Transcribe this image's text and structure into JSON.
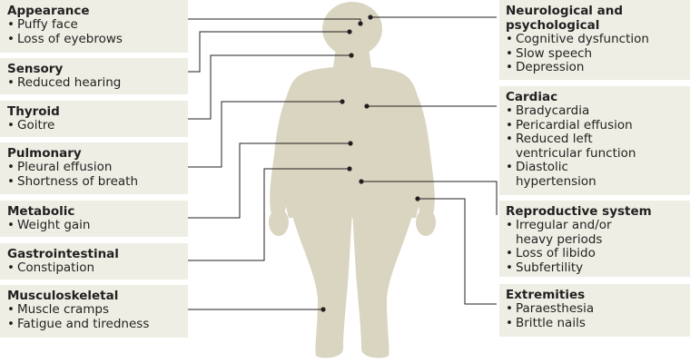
{
  "colors": {
    "body_fill": "#d9d5c1",
    "box_fill": "#eeeee4",
    "leader_line": "#231f20",
    "text": "#231f20"
  },
  "left_groups": [
    {
      "title": "Appearance",
      "items": [
        [
          "Puffy face"
        ],
        [
          "Loss of eyebrows"
        ]
      ]
    },
    {
      "title": "Sensory",
      "items": [
        [
          "Reduced hearing"
        ]
      ]
    },
    {
      "title": "Thyroid",
      "items": [
        [
          "Goitre"
        ]
      ]
    },
    {
      "title": "Pulmonary",
      "items": [
        [
          "Pleural effusion"
        ],
        [
          "Shortness of breath"
        ]
      ]
    },
    {
      "title": "Metabolic",
      "items": [
        [
          "Weight gain"
        ]
      ]
    },
    {
      "title": "Gastrointestinal",
      "items": [
        [
          "Constipation"
        ]
      ]
    },
    {
      "title": "Musculoskeletal",
      "items": [
        [
          "Muscle cramps"
        ],
        [
          "Fatigue and tiredness"
        ]
      ]
    }
  ],
  "right_groups": [
    {
      "title": "Neurological and psychological",
      "title_lines": [
        "Neurological and",
        "psychological"
      ],
      "items": [
        [
          "Cognitive dysfunction"
        ],
        [
          "Slow speech"
        ],
        [
          "Depression"
        ]
      ]
    },
    {
      "title": "Cardiac",
      "title_lines": [
        "Cardiac"
      ],
      "items": [
        [
          "Bradycardia"
        ],
        [
          "Pericardial effusion"
        ],
        [
          "Reduced left",
          "ventricular function"
        ],
        [
          "Diastolic",
          "hypertension"
        ]
      ]
    },
    {
      "title": "Reproductive system",
      "title_lines": [
        "Reproductive system"
      ],
      "items": [
        [
          "Irregular and/or",
          "heavy periods"
        ],
        [
          "Loss of libido"
        ],
        [
          "Subfertility"
        ]
      ]
    },
    {
      "title": "Extremities",
      "title_lines": [
        "Extremities"
      ],
      "items": [
        [
          "Paraesthesia"
        ],
        [
          "Brittle nails"
        ]
      ]
    }
  ]
}
